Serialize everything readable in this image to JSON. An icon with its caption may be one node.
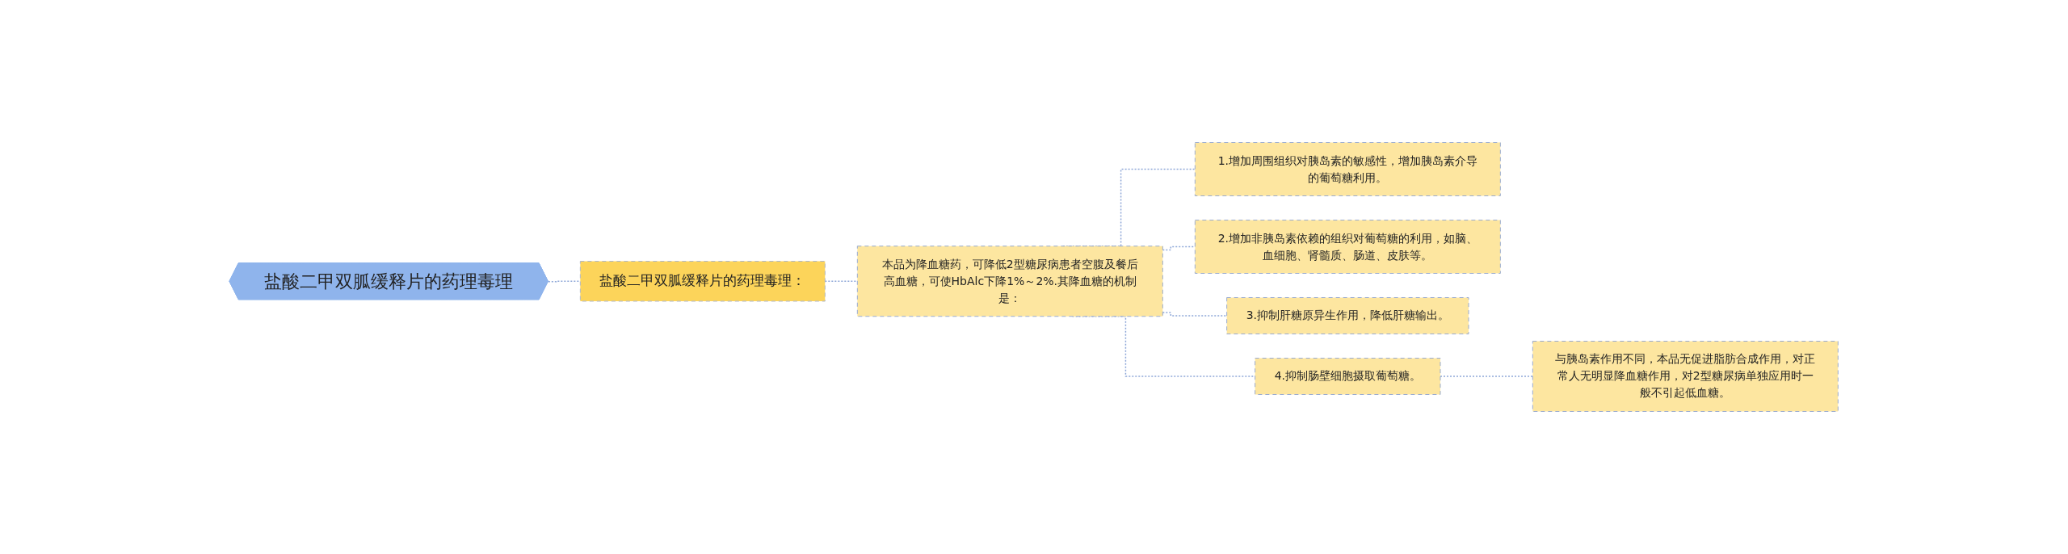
{
  "diagram": {
    "nodes": [
      {
        "text": [
          "盐酸二甲双胍缓释片的药理毒理"
        ]
      },
      {
        "text": [
          "盐酸二甲双胍缓释片的药理毒理："
        ]
      },
      {
        "text": [
          "本品为降血糖药，可降低2型糖尿病患者空腹及餐后高血糖，可使HbAlc下降1%～2%.其降血糖的机制是："
        ]
      },
      {
        "text": [
          "1.增加周围组织对胰岛素的敏感性，增加胰岛素介导的葡萄糖利用。"
        ]
      },
      {
        "text": [
          "2.增加非胰岛素依赖的组织对葡萄糖的利用，如脑、血细胞、肾髓质、肠道、皮肤等。"
        ]
      },
      {
        "text": [
          "3.抑制肝糖原异生作用，降低肝糖输出。"
        ]
      },
      {
        "text": [
          "4.抑制肠壁细胞摄取葡萄糖。"
        ]
      },
      {
        "text": [
          "与胰岛素作用不同，本品无促进脂肪合成作用，对正常人无明显降血糖作用，对2型糖尿病单独应用时一般不引起低血糖。"
        ]
      }
    ],
    "edges": [
      {
        "from": 0,
        "to": 1,
        "arrow": "none",
        "style": "dashed"
      },
      {
        "from": 1,
        "to": 2,
        "arrow": "none",
        "style": "dashed"
      },
      {
        "from": 2,
        "to": 3,
        "arrow": "none",
        "style": "dashed"
      },
      {
        "from": 2,
        "to": 4,
        "arrow": "none",
        "style": "dashed"
      },
      {
        "from": 2,
        "to": 5,
        "arrow": "none",
        "style": "dashed"
      },
      {
        "from": 2,
        "to": 6,
        "arrow": "none",
        "style": "dashed"
      },
      {
        "from": 6,
        "to": 7,
        "arrow": "none",
        "style": "dashed"
      }
    ]
  }
}
